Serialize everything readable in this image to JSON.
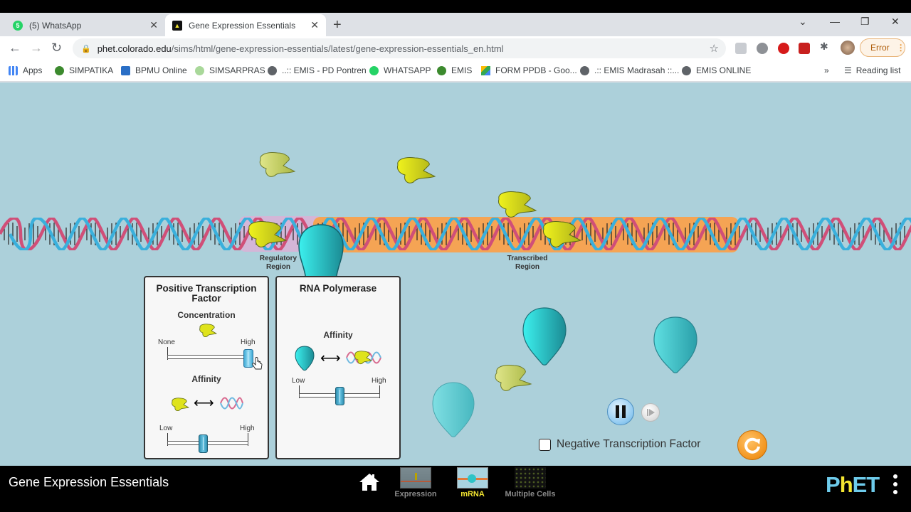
{
  "browser": {
    "tabs": [
      {
        "label": "(5) WhatsApp",
        "favicon": "whatsapp-icon",
        "badge": "5",
        "active": false
      },
      {
        "label": "Gene Expression Essentials",
        "favicon": "phet-icon",
        "active": true
      }
    ],
    "url_host": "phet.colorado.edu",
    "url_path": "/sims/html/gene-expression-essentials/latest/gene-expression-essentials_en.html",
    "error_label": "Error",
    "bookmarks": [
      {
        "label": "Apps",
        "icon": "apps-grid-icon"
      },
      {
        "label": "SIMPATIKA",
        "icon": "simpatika-icon"
      },
      {
        "label": "BPMU Online",
        "icon": "bpmu-icon"
      },
      {
        "label": "SIMSARPRAS",
        "icon": "simsarpras-icon"
      },
      {
        "label": "..:: EMIS - PD Pontren",
        "icon": "globe-icon"
      },
      {
        "label": "WHATSAPP",
        "icon": "whatsapp-icon"
      },
      {
        "label": "EMIS",
        "icon": "emis-icon"
      },
      {
        "label": "FORM PPDB - Goo...",
        "icon": "google-drive-icon"
      },
      {
        "label": ".:: EMIS Madrasah ::...",
        "icon": "globe-icon"
      },
      {
        "label": "EMIS ONLINE",
        "icon": "globe-icon"
      }
    ],
    "overflow": "»",
    "reading_list": "Reading list"
  },
  "sim": {
    "regulatory_region_label_1": "Regulatory",
    "regulatory_region_label_2": "Region",
    "transcribed_region_label_1": "Transcribed",
    "transcribed_region_label_2": "Region",
    "ptf_panel": {
      "title_1": "Positive Transcription",
      "title_2": "Factor",
      "concentration_label": "Concentration",
      "concentration_min": "None",
      "concentration_max": "High",
      "concentration_value": 0.96,
      "affinity_label": "Affinity",
      "affinity_min": "Low",
      "affinity_max": "High",
      "affinity_value": 0.47
    },
    "rnap_panel": {
      "title": "RNA Polymerase",
      "affinity_label": "Affinity",
      "affinity_min": "Low",
      "affinity_max": "High",
      "affinity_value": 0.52
    },
    "negative_tf_checkbox_label": "Negative Transcription Factor",
    "negative_tf_checked": false,
    "colors": {
      "background": "#acd0da",
      "transcribed_region": "#f5a454",
      "regulatory_region": "#d8b3d6",
      "dna_strand_1": "#d04f78",
      "dna_strand_2": "#3ab0dc",
      "polymerase": "#2ec4c6",
      "transcription_factor": "#e6ec1a",
      "reset_button": "#f2941e"
    }
  },
  "navbar": {
    "title": "Gene Expression Essentials",
    "screens": [
      {
        "label": "Expression",
        "selected": false
      },
      {
        "label": "mRNA",
        "selected": true
      },
      {
        "label": "Multiple Cells",
        "selected": false
      }
    ],
    "logo": {
      "p": "P",
      "h": "h",
      "et": "ET"
    }
  }
}
